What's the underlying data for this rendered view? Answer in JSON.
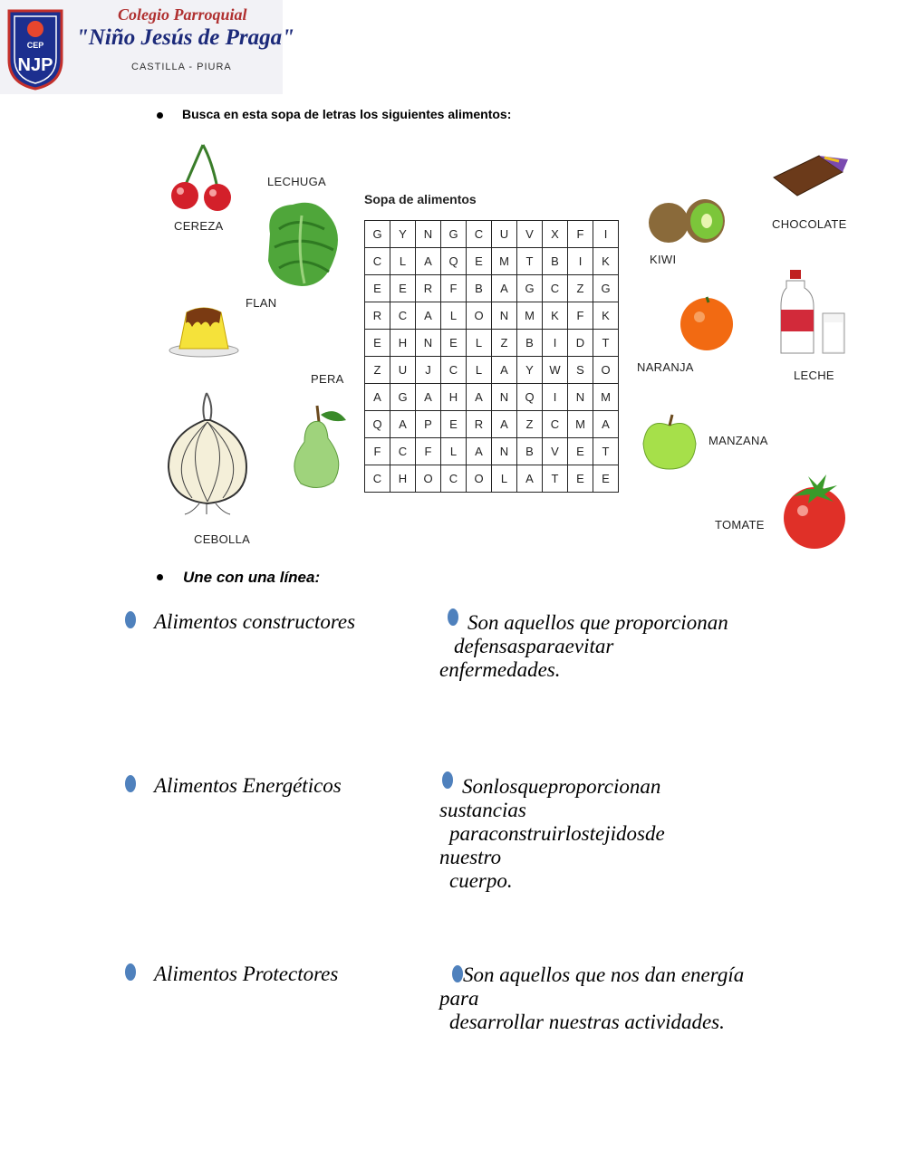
{
  "header": {
    "crest_text": "NJP",
    "crest_small": "CEP",
    "school_line1": "Colegio Parroquial",
    "school_line2": "\"Niño Jesús de Praga\"",
    "school_line3": "CASTILLA - PIURA"
  },
  "instruction1": "Busca en esta sopa de letras los siguientes alimentos:",
  "word_search": {
    "title": "Sopa de alimentos",
    "rows": [
      [
        "G",
        "Y",
        "N",
        "G",
        "C",
        "U",
        "V",
        "X",
        "F",
        "I"
      ],
      [
        "C",
        "L",
        "A",
        "Q",
        "E",
        "M",
        "T",
        "B",
        "I",
        "K"
      ],
      [
        "E",
        "E",
        "R",
        "F",
        "B",
        "A",
        "G",
        "C",
        "Z",
        "G"
      ],
      [
        "R",
        "C",
        "A",
        "L",
        "O",
        "N",
        "M",
        "K",
        "F",
        "K"
      ],
      [
        "E",
        "H",
        "N",
        "E",
        "L",
        "Z",
        "B",
        "I",
        "D",
        "T"
      ],
      [
        "Z",
        "U",
        "J",
        "C",
        "L",
        "A",
        "Y",
        "W",
        "S",
        "O"
      ],
      [
        "A",
        "G",
        "A",
        "H",
        "A",
        "N",
        "Q",
        "I",
        "N",
        "M"
      ],
      [
        "Q",
        "A",
        "P",
        "E",
        "R",
        "A",
        "Z",
        "C",
        "M",
        "A"
      ],
      [
        "F",
        "C",
        "F",
        "L",
        "A",
        "N",
        "B",
        "V",
        "E",
        "T"
      ],
      [
        "C",
        "H",
        "O",
        "C",
        "O",
        "L",
        "A",
        "T",
        "E",
        "E"
      ]
    ]
  },
  "foods": {
    "cereza": "CEREZA",
    "lechuga": "LECHUGA",
    "flan": "FLAN",
    "pera": "PERA",
    "cebolla": "CEBOLLA",
    "kiwi": "KIWI",
    "chocolate": "CHOCOLATE",
    "naranja": "NARANJA",
    "leche": "LECHE",
    "manzana": "MANZANA",
    "tomate": "TOMATE"
  },
  "instruction2": "Une con una línea:",
  "matching": {
    "left": [
      "Alimentos constructores",
      "Alimentos Energéticos",
      "Alimentos Protectores"
    ],
    "right": [
      [
        "Son aquellos que proporcionan",
        "defensas para evitar",
        "enfermedades."
      ],
      [
        "Son los que proporcionan",
        "sustancias",
        "para construir los tejidos de",
        "nuestro",
        "cuerpo."
      ],
      [
        "Son aquellos que nos dan energía",
        "para",
        "desarrollar nuestras actividades."
      ]
    ]
  }
}
